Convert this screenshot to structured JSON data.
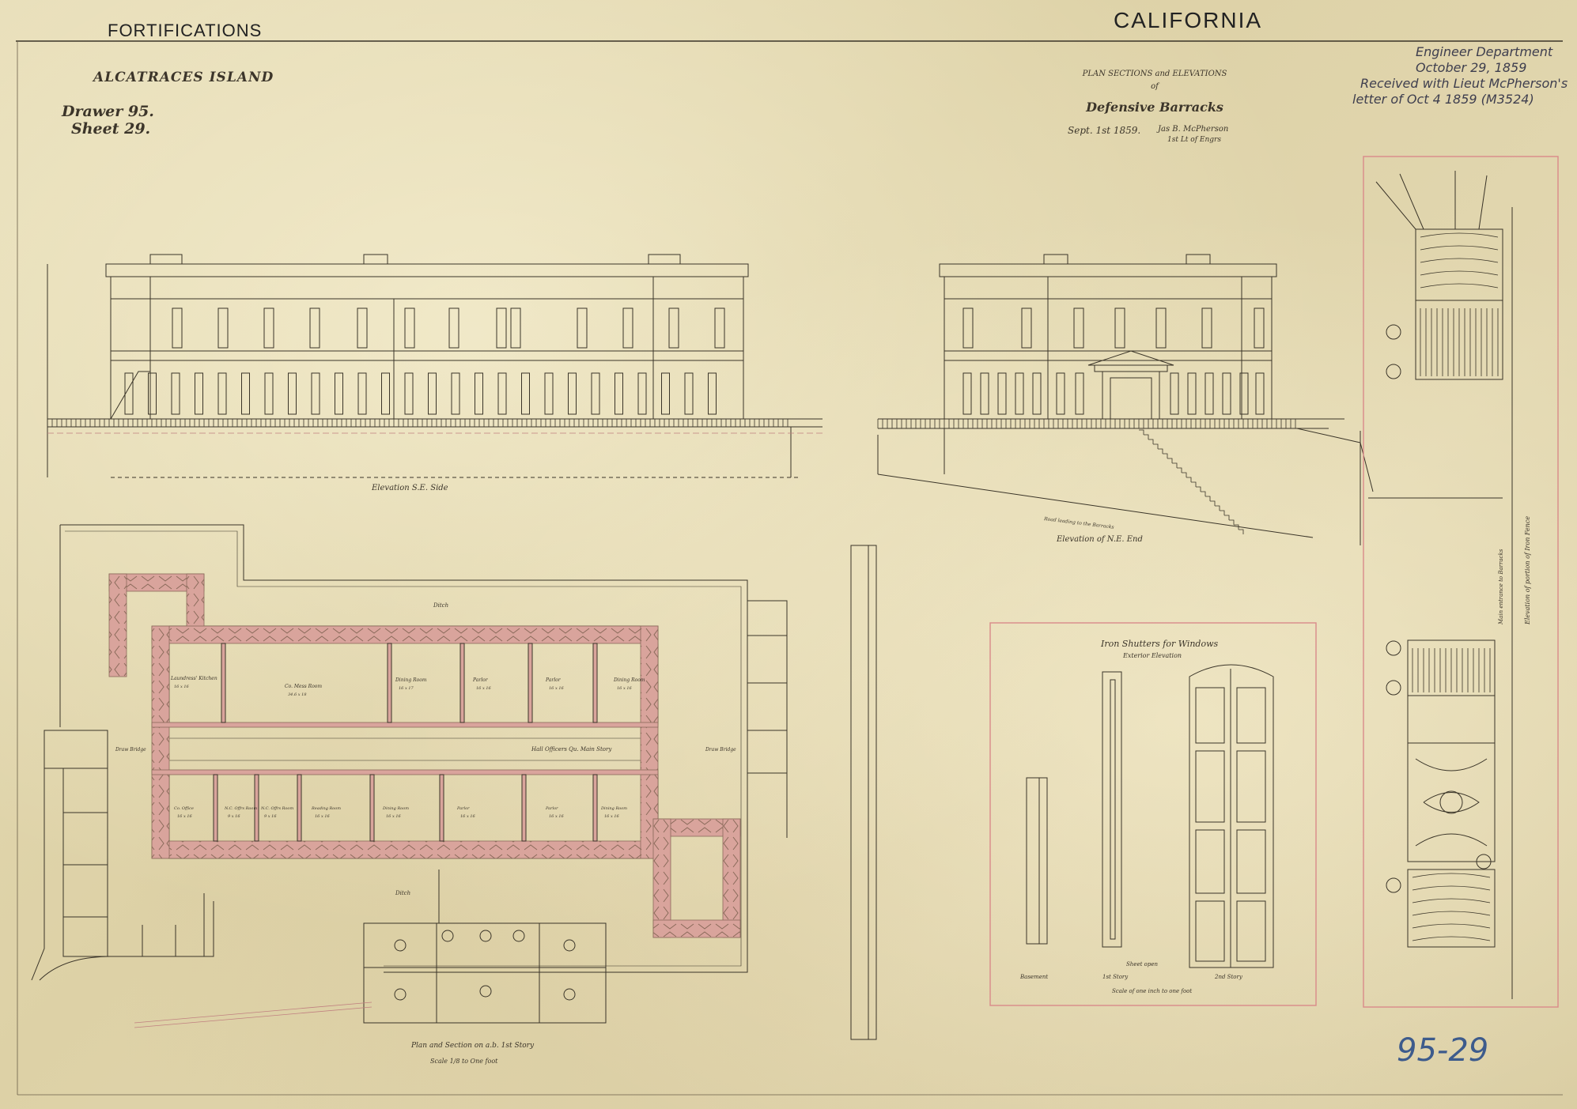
{
  "header": {
    "left_title": "FORTIFICATIONS",
    "right_title": "CALIFORNIA"
  },
  "sheet_info": {
    "island": "ALCATRACES ISLAND",
    "drawer": "Drawer 95.",
    "sheet": "Sheet 29."
  },
  "title_block": {
    "line1": "PLAN SECTIONS and ELEVATIONS",
    "line2": "of",
    "line3": "Defensive Barracks",
    "date": "Sept. 1st 1859.",
    "signature": "Jas B. McPherson",
    "signature_rank": "1st Lt of Engrs"
  },
  "received_note": {
    "line1": "Engineer Department",
    "line2": "October 29, 1859",
    "line3": "Received with Lieut McPherson's",
    "line4": "letter of Oct 4 1859 (M3524)"
  },
  "views": {
    "se_elevation": "Elevation S.E. Side",
    "ne_elevation": "Elevation of N.E. End",
    "road_label": "Road leading to the Barracks",
    "plan_title": "Plan and Section on a.b. 1st Story",
    "plan_scale": "Scale 1/8 to One foot",
    "ditch_top": "Ditch",
    "ditch_bottom": "Ditch",
    "hall_label": "Hall Officers Qu.      Main Story",
    "draw_bridge_left": "Draw Bridge",
    "draw_bridge_right": "Draw Bridge"
  },
  "rooms_top": [
    {
      "name": "Laundress' Kitchen",
      "size": "16 x 16"
    },
    {
      "name": "Co. Mess Room",
      "size": "34.6 x 18"
    },
    {
      "name": "Dining Room",
      "size": "16 x 17"
    },
    {
      "name": "Parlor",
      "size": "16 x 16"
    },
    {
      "name": "Parlor",
      "size": "16 x 16"
    },
    {
      "name": "Dining Room",
      "size": "16 x 16"
    }
  ],
  "rooms_bottom": [
    {
      "name": "Co. Office",
      "size": "16 x 16"
    },
    {
      "name": "N.C. Offrs Room",
      "size": "9 x 16"
    },
    {
      "name": "N.C. Offrs Room",
      "size": "9 x 16"
    },
    {
      "name": "Reading Room",
      "size": "16 x 16"
    },
    {
      "name": "Dining Room",
      "size": "16 x 16"
    },
    {
      "name": "Parlor",
      "size": "16 x 16"
    },
    {
      "name": "Parlor",
      "size": "16 x 16"
    },
    {
      "name": "Dining Room",
      "size": "16 x 16"
    }
  ],
  "shutters": {
    "title": "Iron Shutters for Windows",
    "subtitle": "Exterior Elevation",
    "label1": "Basement",
    "label2": "1st Story",
    "label3": "2nd Story",
    "label_open": "Sheet open",
    "scale": "Scale of one inch to one foot"
  },
  "gate_notes": {
    "main_entrance": "Main entrance to Barracks",
    "gate_caption": "Elevation of portion of Iron Fence"
  },
  "catalog_number": "95-29",
  "colors": {
    "paper": "#e2d7b0",
    "ink": "#3a3428",
    "brick": "#d9a49c",
    "red_border": "#d98a8a",
    "catalog_ink": "#3d5b8c"
  }
}
